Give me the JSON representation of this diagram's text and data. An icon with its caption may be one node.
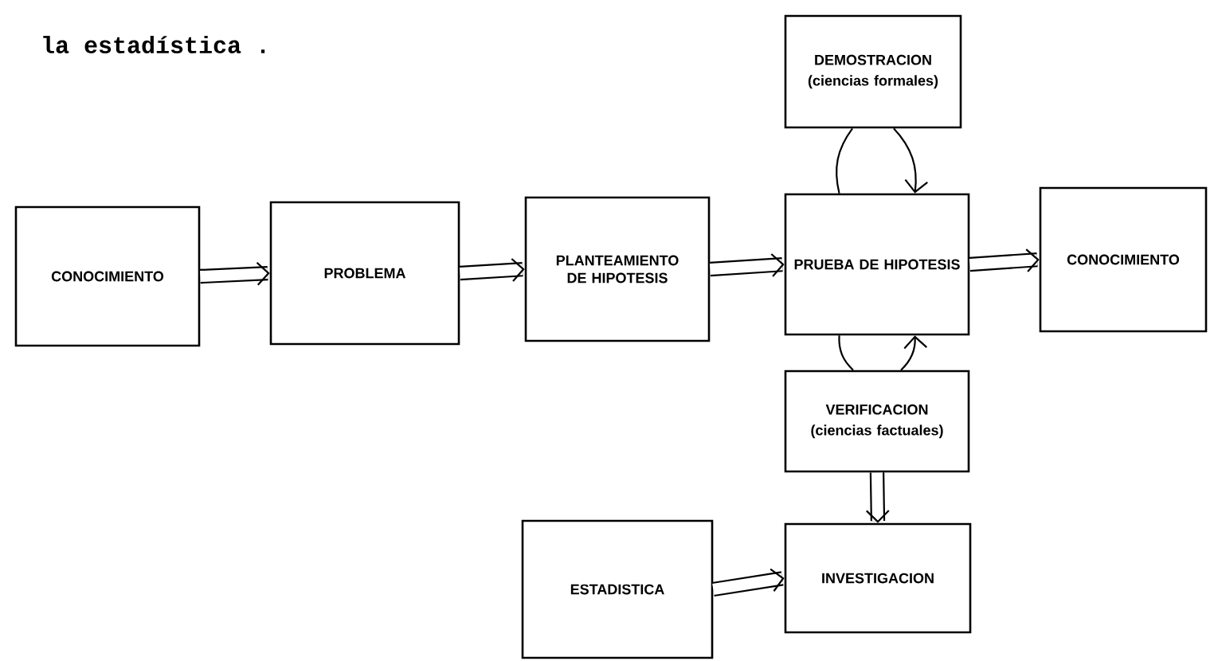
{
  "diagram": {
    "nodes": [
      {
        "text": [
          "CONOCIMIENTO"
        ]
      },
      {
        "text": [
          "PROBLEMA"
        ]
      },
      {
        "text": [
          "PLANTEAMIENTO DE HIPOTESIS"
        ]
      },
      {
        "text": [
          "DEMOSTRACION",
          "(ciencias formales)"
        ]
      },
      {
        "text": [
          "PRUEBA DE HIPOTESIS"
        ]
      },
      {
        "text": [
          "CONOCIMIENTO"
        ]
      },
      {
        "text": [
          "VERIFICACION",
          "(ciencias factuales)"
        ]
      },
      {
        "text": [
          "ESTADISTICA"
        ]
      },
      {
        "text": [
          "INVESTIGACION"
        ]
      }
    ],
    "edges": [
      {
        "from": 0,
        "to": 1,
        "arrow": "to"
      },
      {
        "from": 1,
        "to": 2,
        "arrow": "to"
      },
      {
        "from": 2,
        "to": 4,
        "arrow": "to"
      },
      {
        "from": 4,
        "to": 5,
        "arrow": "to"
      },
      {
        "from": 4,
        "to": 3,
        "arrow": "none"
      },
      {
        "from": 3,
        "to": 4,
        "arrow": "to"
      },
      {
        "from": 4,
        "to": 6,
        "arrow": "none"
      },
      {
        "from": 6,
        "to": 4,
        "arrow": "to"
      },
      {
        "from": 6,
        "to": 8,
        "arrow": "to"
      },
      {
        "from": 7,
        "to": 8,
        "arrow": "to"
      }
    ],
    "labels": [
      "la estadística ."
    ]
  }
}
